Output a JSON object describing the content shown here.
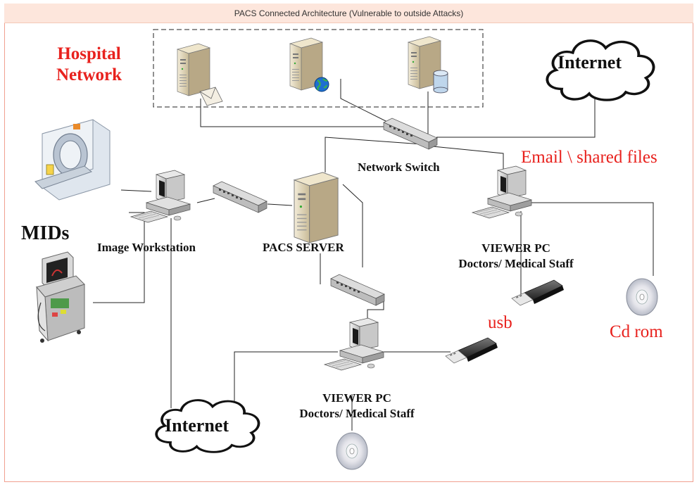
{
  "title": "PACS Connected Architecture (Vulnerable to outside Attacks)",
  "labels": {
    "hospital_network": "Hospital\nNetwork",
    "internet_top": "Internet",
    "internet_bottom": "Internet",
    "network_switch": "Network Switch",
    "email_shared": "Email \\ shared files",
    "mids": "MIDs",
    "image_workstation": "Image Workstation",
    "pacs_server": "PACS SERVER",
    "viewer_pc_right": "VIEWER PC\nDoctors/ Medical Staff",
    "viewer_pc_bottom": "VIEWER PC\nDoctors/ Medical Staff",
    "usb": "usb",
    "cd_rom": "Cd rom"
  },
  "colors": {
    "accent_red": "#e8211d",
    "title_bg": "#fde6dc",
    "line": "#222222"
  },
  "icons": [
    "mail-server-icon",
    "web-server-icon",
    "database-server-icon",
    "network-switch-icon",
    "pacs-server-icon",
    "workstation-icon",
    "viewer-pc-icon",
    "usb-drive-icon",
    "cd-rom-icon",
    "cloud-icon",
    "mri-scanner-icon",
    "ultrasound-machine-icon"
  ]
}
